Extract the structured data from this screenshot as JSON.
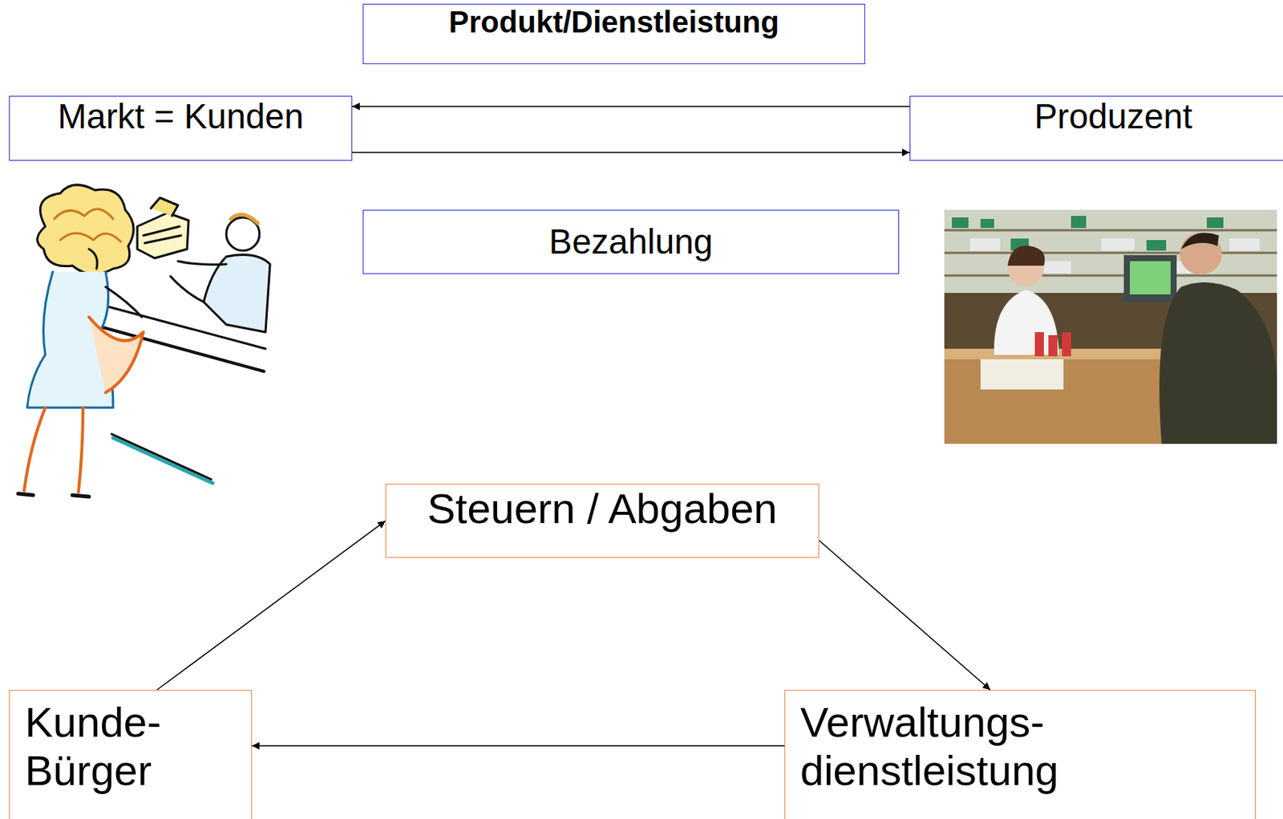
{
  "diagram": {
    "nodes": [
      {
        "text": [
          "Produkt/Dienstleistung"
        ]
      },
      {
        "text": [
          "Markt = Kunden"
        ]
      },
      {
        "text": [
          "Produzent"
        ]
      },
      {
        "text": [
          "Bezahlung"
        ]
      },
      {
        "text": [
          "Steuern / Abgaben"
        ]
      },
      {
        "text": [
          "Kunde- Bürger"
        ]
      },
      {
        "text": [
          "Verwaltungs- dienstleistung"
        ]
      }
    ],
    "edges": [
      {
        "from": 2,
        "to": 1,
        "arrow": "to"
      },
      {
        "from": 1,
        "to": 2,
        "arrow": "to"
      },
      {
        "from": 5,
        "to": 4,
        "arrow": "to"
      },
      {
        "from": 4,
        "to": 6,
        "arrow": "to"
      },
      {
        "from": 6,
        "to": 5,
        "arrow": "to"
      }
    ]
  }
}
